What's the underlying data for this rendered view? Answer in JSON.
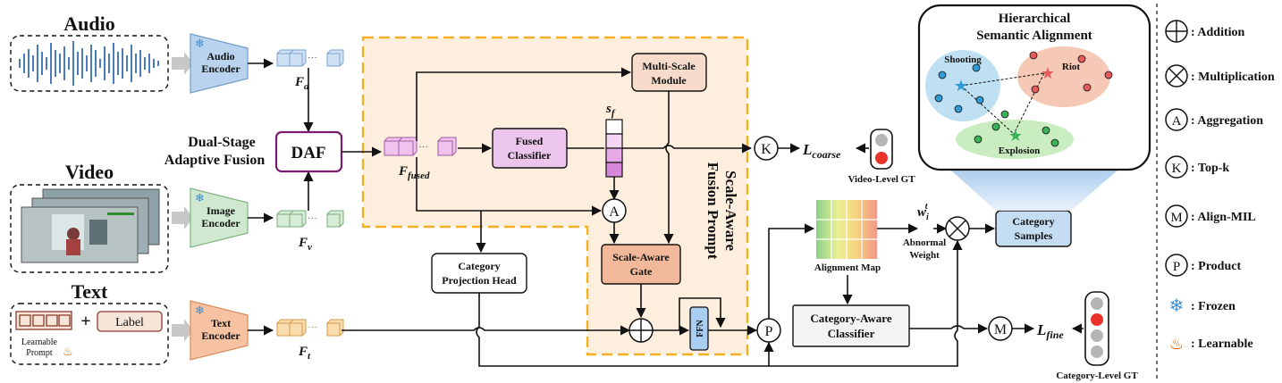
{
  "inputs": {
    "audio": "Audio",
    "video": "Video",
    "text": "Text"
  },
  "encoders": {
    "audio": [
      "Audio",
      "Encoder"
    ],
    "image": [
      "Image",
      "Encoder"
    ],
    "text": [
      "Text",
      "Encoder"
    ]
  },
  "features": {
    "fa": "F",
    "fa_sub": "a",
    "fv": "F",
    "fv_sub": "v",
    "ft": "F",
    "ft_sub": "t",
    "ffused": "F",
    "ffused_sub": "fused",
    "sf": "s",
    "sf_sub": "f"
  },
  "prompt": {
    "learnable": [
      "Learnable",
      "Prompt"
    ],
    "plus": "+",
    "label": "Label"
  },
  "dual_stage": [
    "Dual-Stage",
    "Adaptive Fusion"
  ],
  "daf": "DAF",
  "modules": {
    "multi_scale": [
      "Multi-Scale",
      "Module"
    ],
    "fused_classifier": [
      "Fused",
      "Classifier"
    ],
    "scale_aware_gate": [
      "Scale-Aware",
      "Gate"
    ],
    "category_projection": [
      "Category",
      "Projection Head"
    ],
    "ffn": "FFN",
    "category_aware": [
      "Category-Aware",
      "Classifier"
    ],
    "category_samples": [
      "Category",
      "Samples"
    ]
  },
  "sasf_prompt": [
    "Scale-Aware",
    "Fusion Prompt"
  ],
  "operators": {
    "k": "K",
    "a": "A",
    "p": "P",
    "m": "M"
  },
  "losses": {
    "coarse": "L",
    "coarse_sub": "coarse",
    "fine": "L",
    "fine_sub": "fine"
  },
  "gt": {
    "video": "Video-Level GT",
    "category": "Category-Level GT"
  },
  "alignment_map": "Alignment Map",
  "abnormal_weight": {
    "w": "w",
    "sub": "i",
    "sup": "t",
    "label": [
      "Abnormal",
      "Weight"
    ]
  },
  "hsa": {
    "title": [
      "Hierarchical",
      "Semantic Alignment"
    ],
    "shooting": "Shooting",
    "riot": "Riot",
    "explosion": "Explosion"
  },
  "legend": [
    {
      "icon": "circle-plus-icon",
      "label": ": Addition"
    },
    {
      "icon": "circle-times-icon",
      "label": ": Multiplication"
    },
    {
      "icon": "circle-a-icon",
      "symbol": "A",
      "label": ": Aggregation"
    },
    {
      "icon": "circle-k-icon",
      "symbol": "K",
      "label": ": Top-k"
    },
    {
      "icon": "circle-m-icon",
      "symbol": "M",
      "label": ": Align-MIL"
    },
    {
      "icon": "circle-p-icon",
      "symbol": "P",
      "label": ": Product"
    },
    {
      "icon": "snowflake-icon",
      "label": ": Frozen"
    },
    {
      "icon": "flame-icon",
      "label": ": Learnable"
    }
  ],
  "colors": {
    "audio_enc": "#b9d3ee",
    "image_enc": "#cfe8cf",
    "text_enc": "#f6c2a2",
    "daf_border": "#7a1c6e",
    "dual_stage_text": "#8a2a86",
    "fusion_bg": "#fdeedd",
    "fusion_border": "#f4b020",
    "fusion_text": "#d2691e",
    "fused_classifier": "#ecc5ec",
    "gate": "#f2b89a",
    "ms_module": "#f7dccb",
    "category_samples": "#c5ddf3"
  }
}
